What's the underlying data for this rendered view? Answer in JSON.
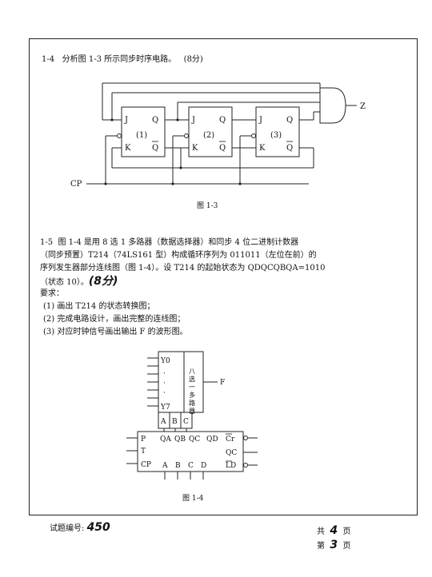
{
  "q1_4": {
    "number": "1-4",
    "text": "分析图 1-3 所示同步时序电路。",
    "score": "(8分)"
  },
  "fig1_3": {
    "caption": "图 1-3",
    "ff_labels": [
      "(1)",
      "(2)",
      "(3)"
    ],
    "pin_j": "J",
    "pin_k": "K",
    "pin_q": "Q",
    "pin_qbar": "Q",
    "cp_label": "CP",
    "output_label": "Z"
  },
  "q1_5": {
    "number": "1-5",
    "line1": "图 1-4 是用 8 选 1 多路器（数据选择器）和同步 4 位二进制计数器",
    "line2": "（同步预置）T214（74LS161 型）构成循环序列为 011011（左位在前）的",
    "line3": "序列发生器部分连线图（图 1-4）。设 T214 的起始状态为 QDQCQBQA=1010",
    "line4a": "（状态 10）。",
    "line4b": "(8分)",
    "req": "要求：",
    "items": [
      "(1)  画出 T214 的状态转换图；",
      "(2)  完成电路设计，画出完整的连线图；",
      "(3)  对应时钟信号画出输出 F 的波形图。"
    ]
  },
  "fig1_4": {
    "caption": "图 1-4",
    "mux_label": "八选一多路器",
    "mux_out": "F",
    "mux_y0": "Y0",
    "mux_y7": "Y7",
    "mux_dots": [
      "·",
      "·",
      "·"
    ],
    "abc": [
      "A",
      "B",
      "C"
    ],
    "counter_top": [
      "QA",
      "QB",
      "QC",
      "QD"
    ],
    "counter_cr": "Cr",
    "counter_left": [
      "P",
      "T",
      "CP"
    ],
    "counter_bottom": [
      "A",
      "B",
      "C",
      "D"
    ],
    "counter_right": [
      "QC",
      "LD"
    ]
  },
  "footer": {
    "code_label": "试题编号:",
    "code_value": "450",
    "total_prefix": "共",
    "total_value": "4",
    "total_suffix": "页",
    "page_prefix": "第",
    "page_value": "3",
    "page_suffix": "页"
  }
}
